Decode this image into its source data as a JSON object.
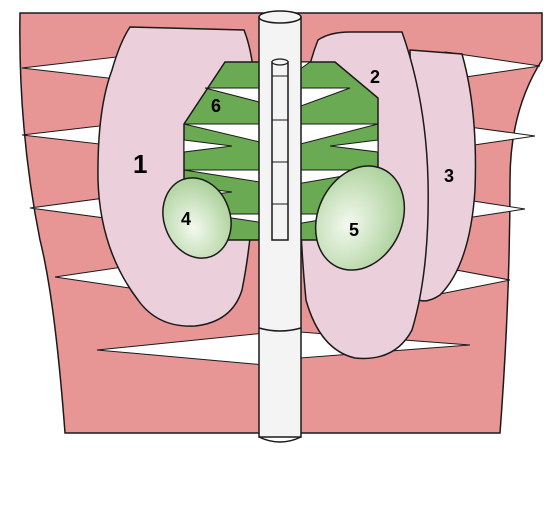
{
  "labels": {
    "organ_1": "1",
    "organ_2": "2",
    "organ_3": "3",
    "organ_4": "4",
    "organ_5": "5",
    "organ_6": "6"
  },
  "colors": {
    "muscle": "#e89595",
    "gap": "#ffffff",
    "organ": "#ebd0dc",
    "green": "#6aaa52",
    "green_light": "#e6f2e0",
    "green_dark": "#a9cf97",
    "spine": "#f4f4f4",
    "stroke": "#1a1a1a"
  }
}
